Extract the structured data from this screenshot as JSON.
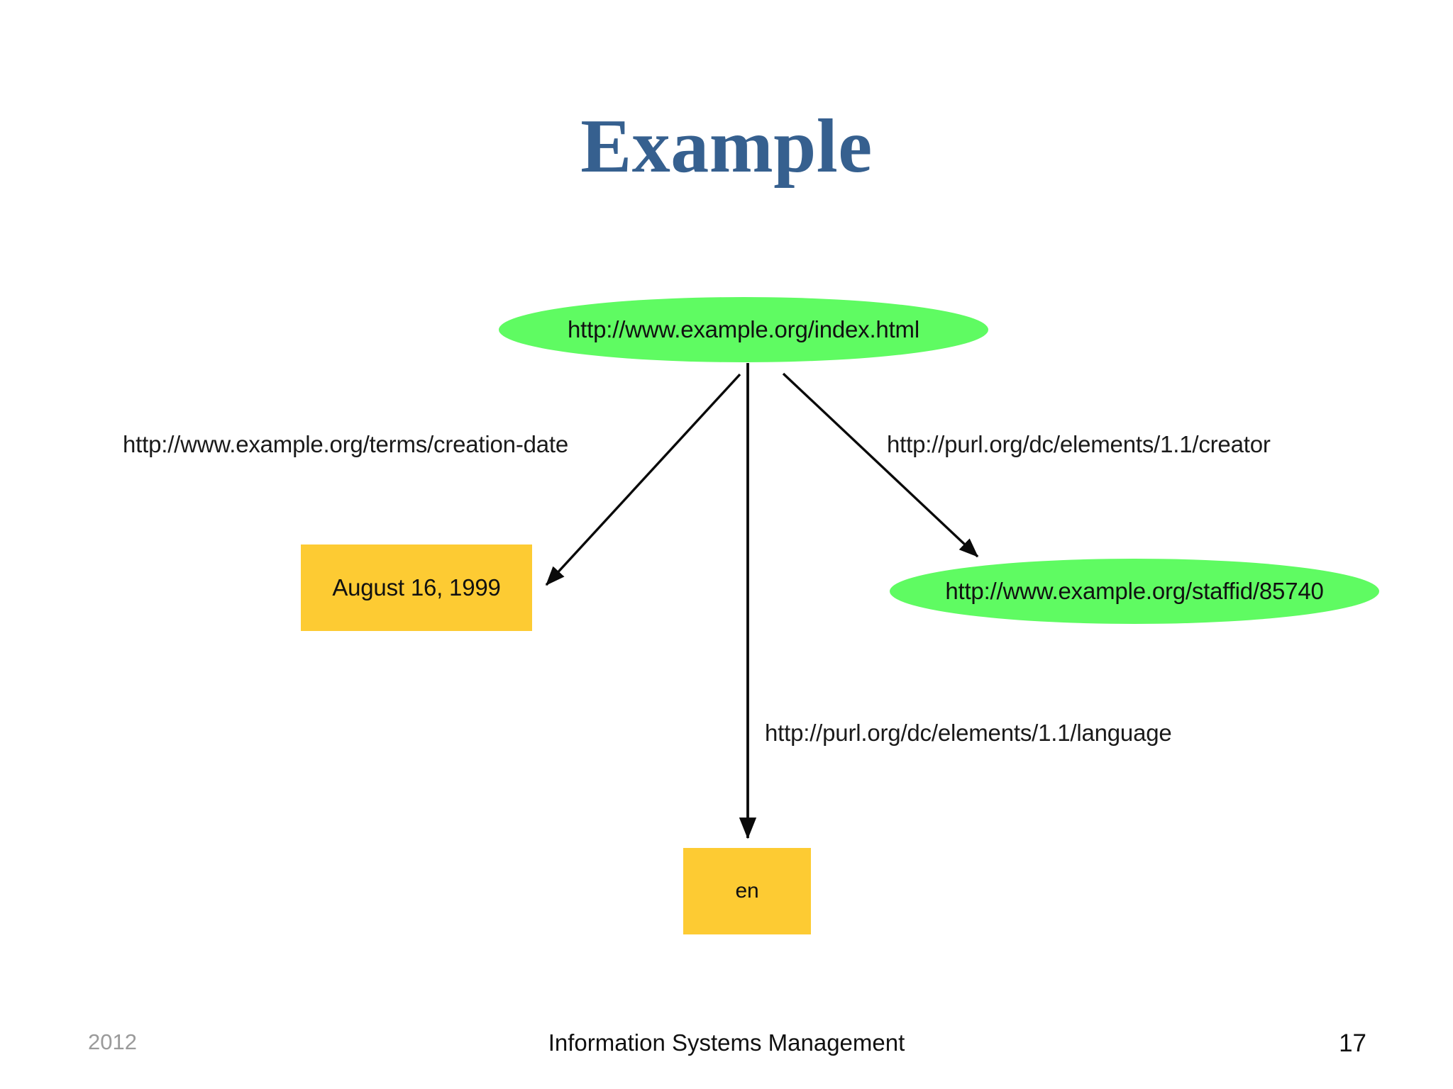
{
  "slide": {
    "title": "Example",
    "background_color": "#ffffff",
    "title_color": "#36608f"
  },
  "diagram": {
    "type": "rdf-graph",
    "colors": {
      "resource_node": "#5ffb62",
      "literal_node": "#fdcb33",
      "edge": "#000000",
      "text": "#111111"
    },
    "nodes": [
      {
        "id": "index",
        "kind": "resource",
        "shape": "ellipse",
        "label": "http://www.example.org/index.html"
      },
      {
        "id": "staffid",
        "kind": "resource",
        "shape": "ellipse",
        "label": "http://www.example.org/staffid/85740"
      },
      {
        "id": "creation-date",
        "kind": "literal",
        "shape": "rectangle",
        "label": "August 16, 1999"
      },
      {
        "id": "language",
        "kind": "literal",
        "shape": "rectangle",
        "label": "en"
      }
    ],
    "edges": [
      {
        "id": "creation-date",
        "from": "index",
        "to": "creation-date",
        "label": "http://www.example.org/terms/creation-date"
      },
      {
        "id": "creator",
        "from": "index",
        "to": "staffid",
        "label": "http://purl.org/dc/elements/1.1/creator"
      },
      {
        "id": "language",
        "from": "index",
        "to": "language",
        "label": "http://purl.org/dc/elements/1.1/language"
      }
    ]
  },
  "footer": {
    "year": "2012",
    "course": "Information Systems Management",
    "page_number": "17"
  }
}
